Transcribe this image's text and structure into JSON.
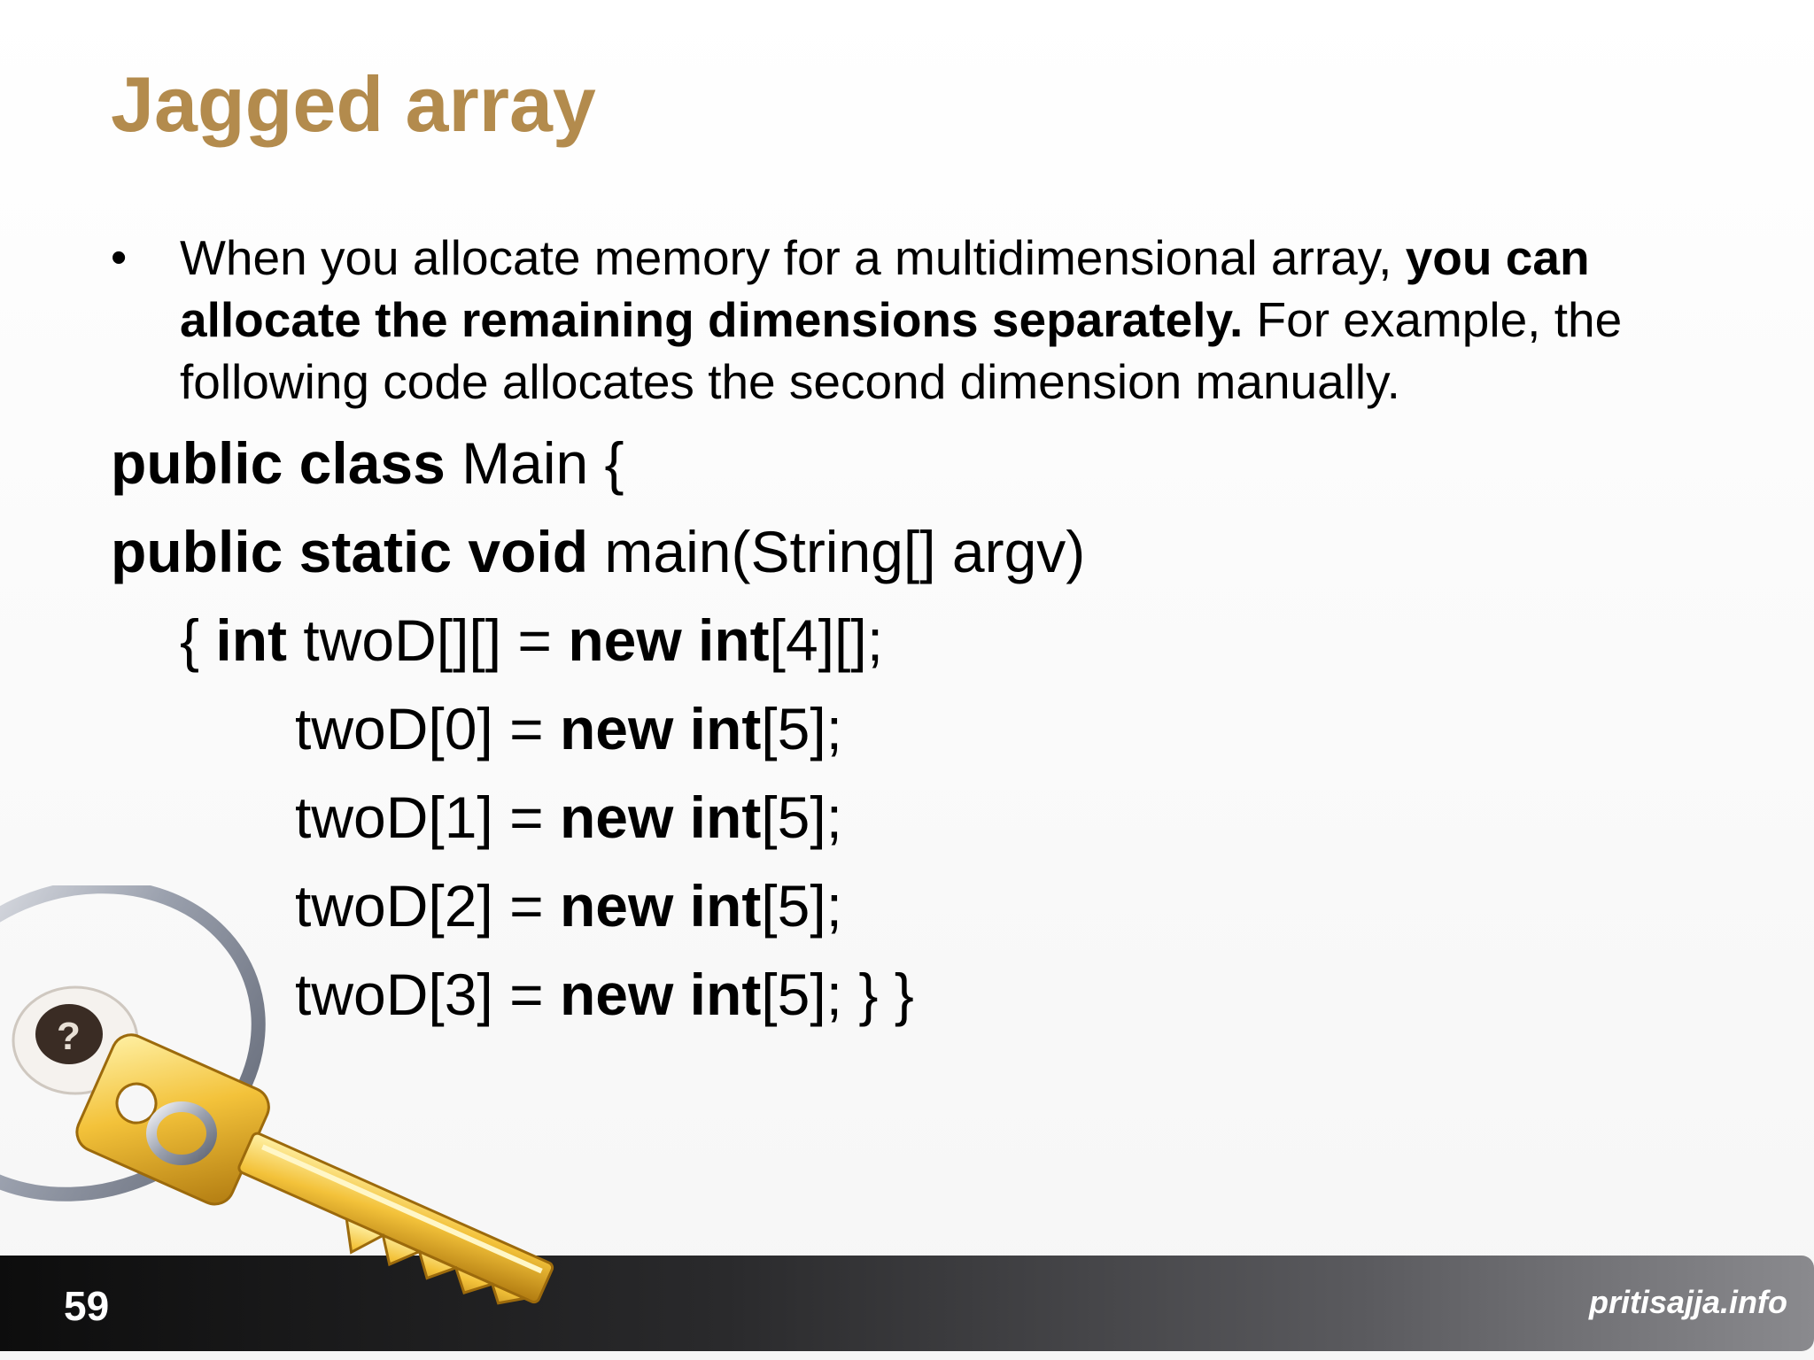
{
  "slide": {
    "title": "Jagged array",
    "bullet": {
      "marker": "•",
      "text_part1": "When you allocate memory for a multidimensional array, ",
      "text_bold": "you can allocate the remaining dimensions separately.",
      "text_part2": " For example, the following code allocates the second dimension manually."
    },
    "code": {
      "line1": {
        "kw": "public class",
        "rest": " Main {"
      },
      "line2": {
        "kw": "public static void",
        "rest": " main(String[] argv)"
      },
      "line3": {
        "pre": "{ ",
        "kw1": "int",
        "mid": " twoD[][] = ",
        "kw2": "new int",
        "rest": "[4][];"
      },
      "line4": {
        "pre": "twoD[0] = ",
        "kw": "new int",
        "rest": "[5];"
      },
      "line5": {
        "pre": "twoD[1] = ",
        "kw": "new int",
        "rest": "[5];"
      },
      "line6": {
        "pre": "twoD[2] = ",
        "kw": "new int",
        "rest": "[5];"
      },
      "line7": {
        "pre": "twoD[3] = ",
        "kw": "new int",
        "rest": "[5]; } }"
      }
    },
    "footer": {
      "page_number": "59",
      "site": "pritisajja.info"
    },
    "decoration": {
      "illustration": "key-and-ring-icon",
      "title_color": "#b38b4d"
    }
  }
}
